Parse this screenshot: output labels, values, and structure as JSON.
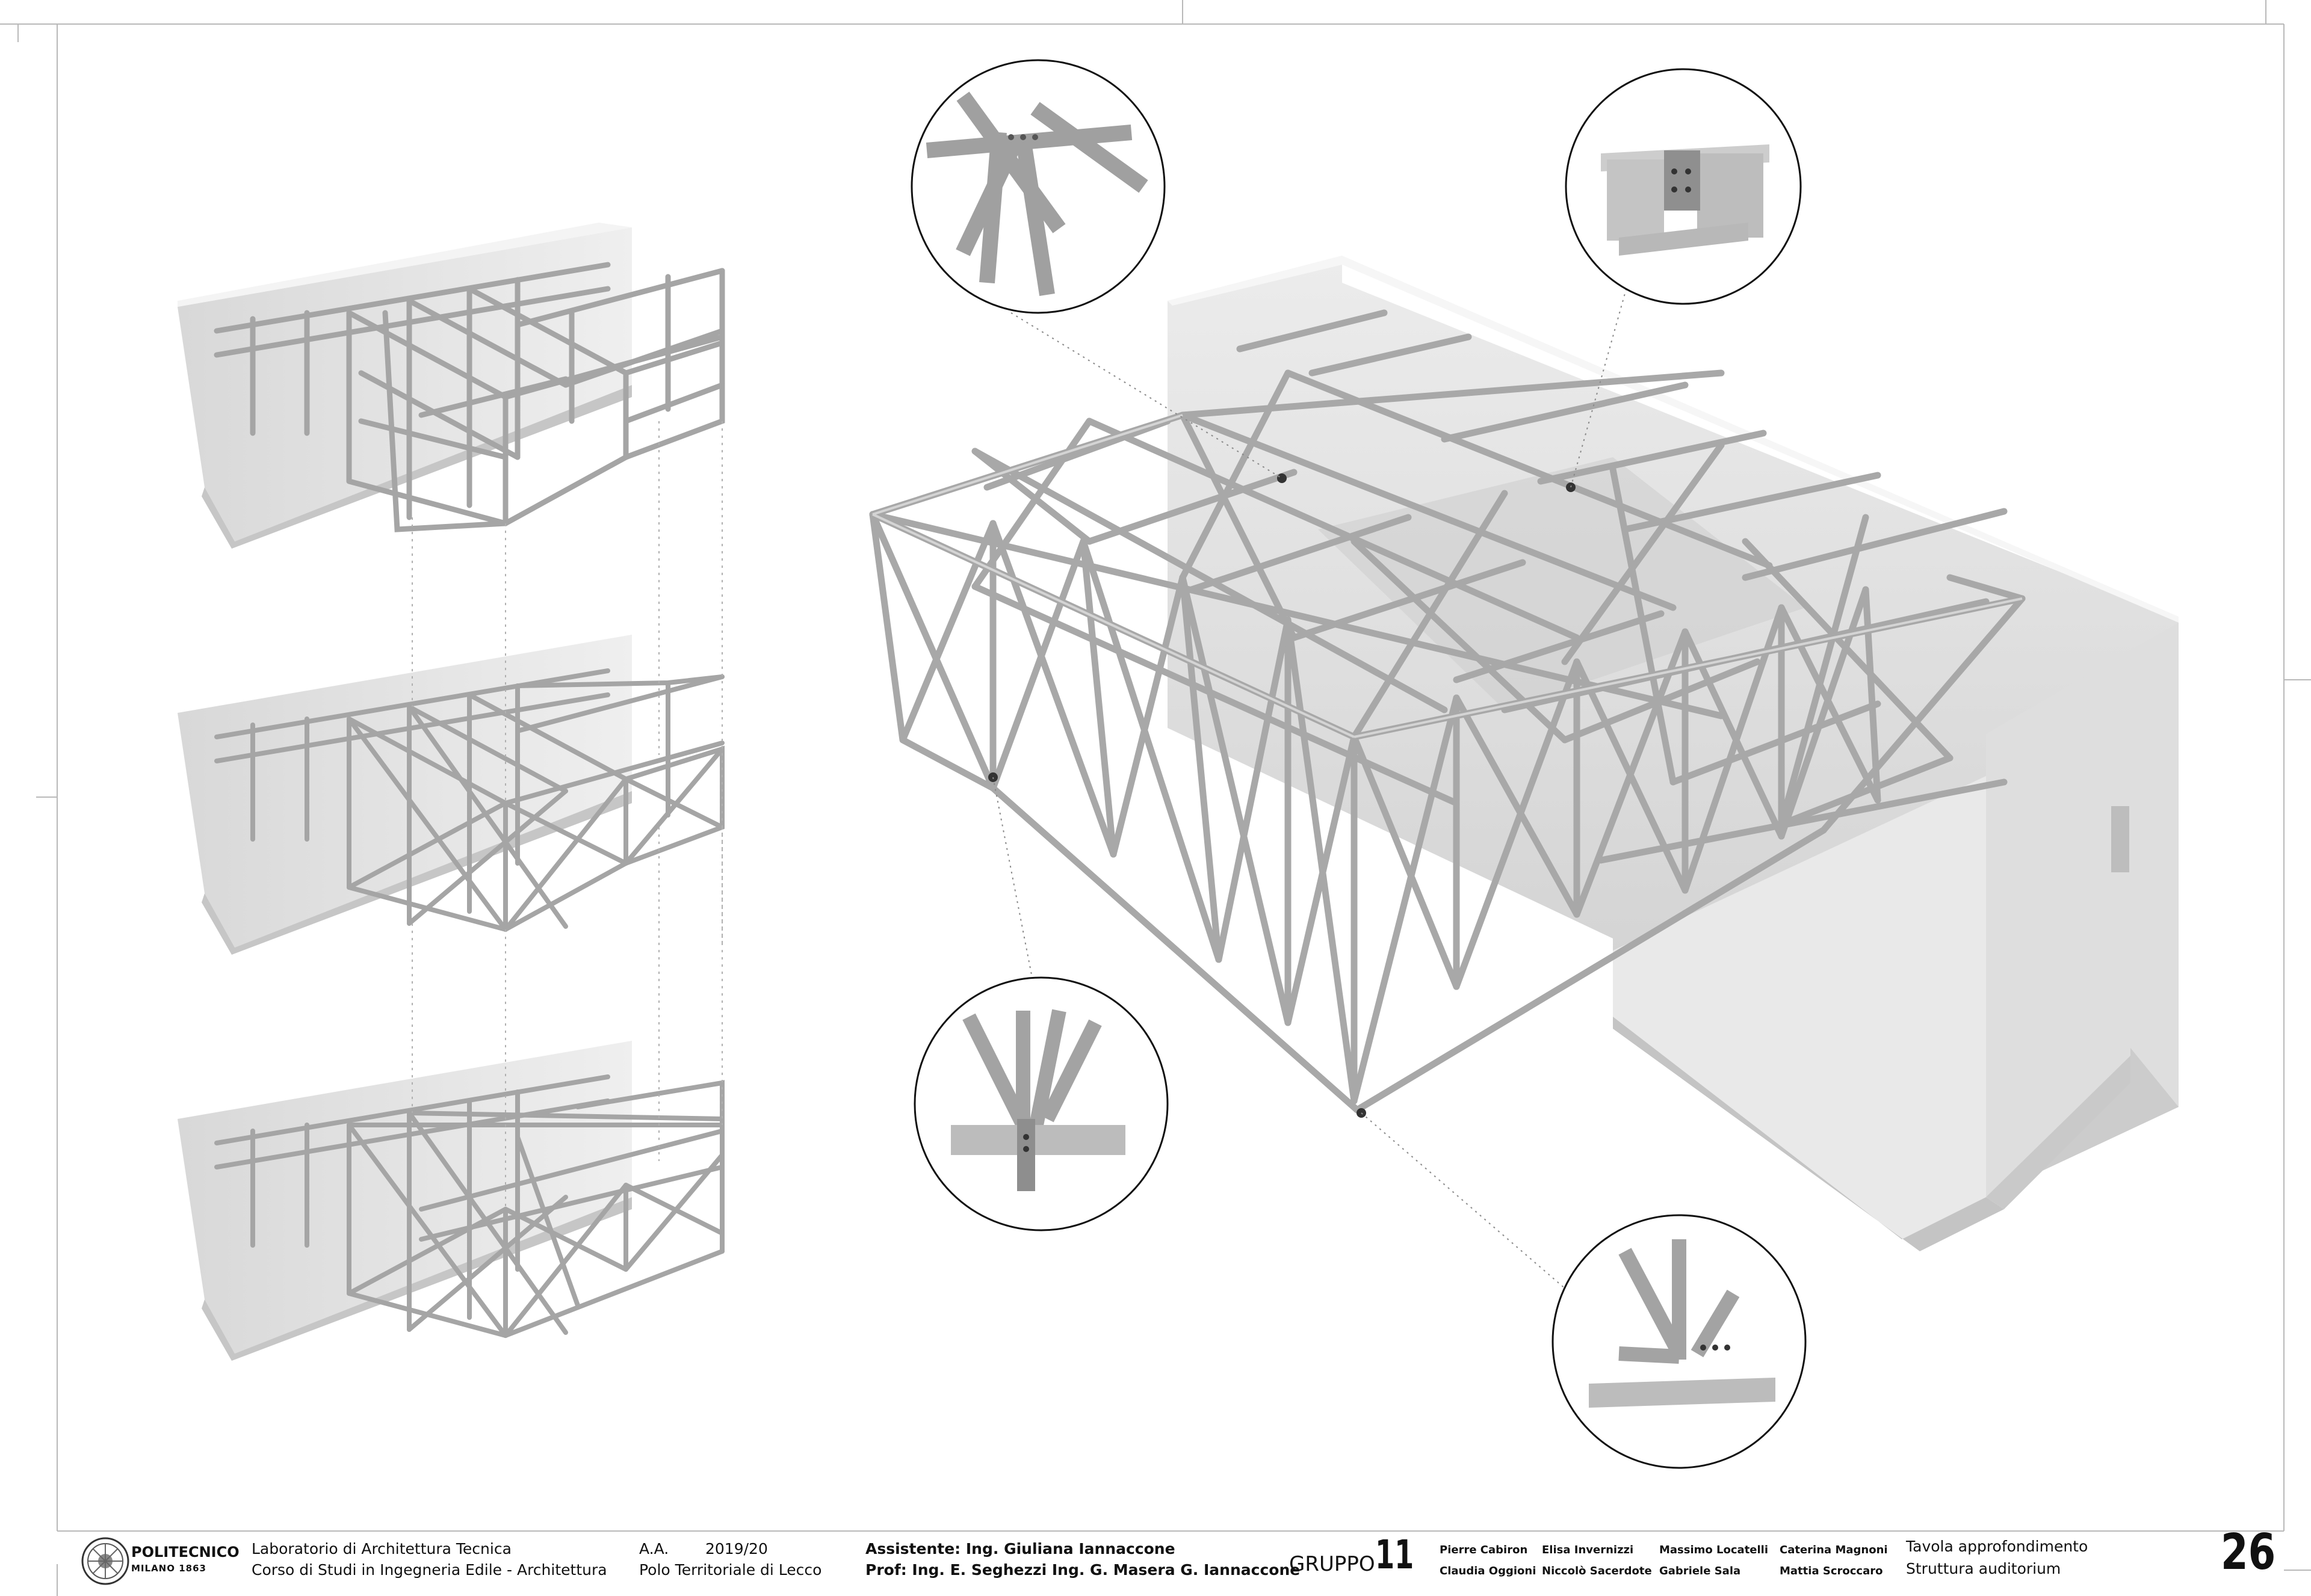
{
  "footer": {
    "institution": "POLITECNICO",
    "institution_sub": "MILANO 1863",
    "course_line1": "Laboratorio di Architettura Tecnica",
    "course_line2": "Corso di Studi in Ingegneria Edile - Architettura",
    "aa_label": "A.A.",
    "aa_year": "2019/20",
    "campus": "Polo Territoriale di Lecco",
    "assistant": "Assistente: Ing. Giuliana Iannaccone",
    "professors": "Prof: Ing. E. Seghezzi Ing. G. Masera G. Iannaccone",
    "group_label": "GRUPPO",
    "group_number": "11",
    "members": [
      [
        "Pierre Cabiron",
        "Elisa Invernizzi",
        "Massimo Locatelli",
        "Caterina Magnoni"
      ],
      [
        "Claudia Oggioni",
        "Niccolò Sacerdote",
        "Gabriele Sala",
        "Mattia Scroccaro"
      ]
    ],
    "table_title_line1": "Tavola approfondimento",
    "table_title_line2": "Struttura auditorium",
    "page_number": "26"
  },
  "colors": {
    "frame": "#b9b9b9",
    "wall": "#e6e6e6",
    "wall_shadow": "#cfcfcf",
    "steel": "#a9a9a9",
    "steel_light": "#d2d2d2",
    "leader": "#8a8a8a"
  }
}
